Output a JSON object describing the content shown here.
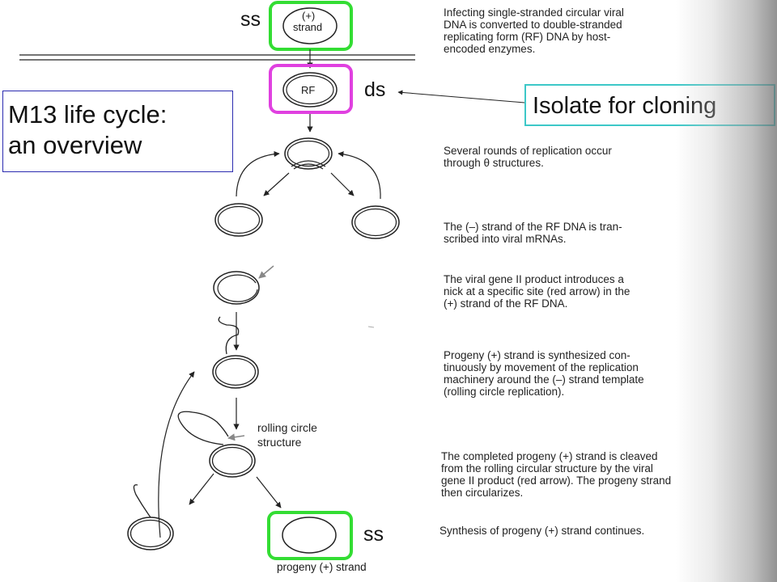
{
  "title": "M13 life cycle:\nan overview",
  "callout": "Isolate for cloning",
  "labels": {
    "ss_top": "ss",
    "ds": "ds",
    "ss_bottom": "ss",
    "plus_strand_symbol": "(+)",
    "strand_word": "strand",
    "rf": "RF",
    "rolling_circle": "rolling circle\nstructure",
    "progeny_strand": "progeny (+) strand"
  },
  "descriptions": [
    "Infecting single-stranded circular viral\nDNA is converted to double-stranded\nreplicating form (RF) DNA by host-\nencoded enzymes.",
    "Several rounds of replication occur\nthrough θ structures.",
    "The (–) strand of the RF DNA is tran-\nscribed into viral mRNAs.",
    "The viral gene II product introduces a\nnick at a specific site (red arrow) in the\n(+) strand of the RF DNA.",
    "Progeny (+) strand is synthesized con-\ntinuously by movement of the replication\nmachinery around the (–) strand template\n(rolling circle replication).",
    "The completed progeny (+) strand is cleaved\nfrom the rolling circular structure by the viral\ngene II product (red arrow). The progeny strand\nthen circularizes.",
    "Synthesis of progeny (+) strand continues."
  ],
  "colors": {
    "ss_box": "#33dd33",
    "rf_box": "#e040e0",
    "title_border": "#2b2bb0",
    "callout_border": "#3cc8c8",
    "line": "#222222",
    "nick_arrow": "#888888"
  }
}
